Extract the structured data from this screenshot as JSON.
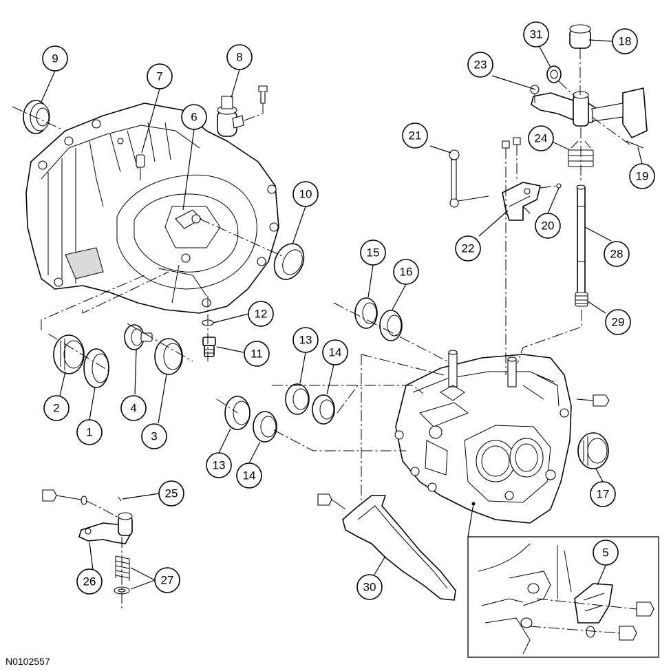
{
  "figure_code": "N0102557",
  "callouts": [
    "1",
    "2",
    "3",
    "4",
    "5",
    "6",
    "7",
    "8",
    "9",
    "10",
    "11",
    "12",
    "13",
    "14",
    "15",
    "16",
    "17",
    "18",
    "19",
    "20",
    "21",
    "22",
    "23",
    "24",
    "25",
    "26",
    "27",
    "28",
    "29",
    "30",
    "31",
    "13",
    "14"
  ]
}
